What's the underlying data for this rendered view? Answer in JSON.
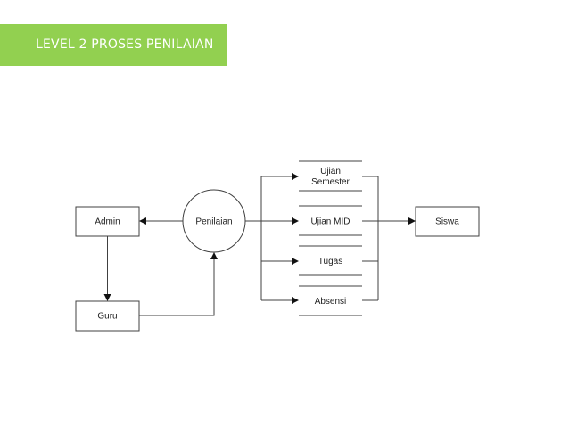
{
  "header": {
    "title": "LEVEL 2 PROSES PENILAIAN"
  },
  "colors": {
    "banner": "#92d050",
    "stroke": "#404040"
  },
  "diagram": {
    "entities": {
      "admin": "Admin",
      "guru": "Guru",
      "siswa": "Siswa"
    },
    "process": "Penilaian",
    "datastores": {
      "ujian_semester_line1": "Ujian",
      "ujian_semester_line2": "Semester",
      "ujian_mid": "Ujian MID",
      "tugas": "Tugas",
      "absensi": "Absensi"
    }
  }
}
